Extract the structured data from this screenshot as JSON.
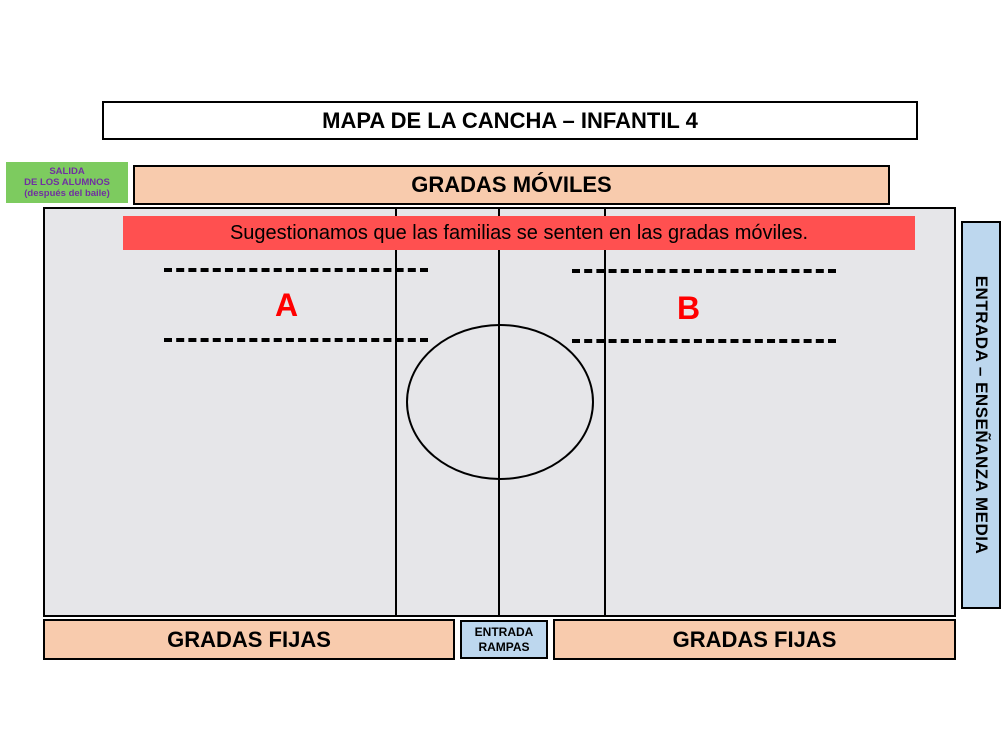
{
  "title": "MAPA DE LA CANCHA – INFANTIL 4",
  "exit": {
    "line1": "SALIDA",
    "line2": "DE LOS ALUMNOS",
    "line3": "(después del baile)"
  },
  "stands_mobile": "GRADAS MÓVILES",
  "suggestion": "Sugestionamos que las familias se senten en las gradas móviles.",
  "zones": {
    "a": "A",
    "b": "B"
  },
  "entrance_side": "ENTRADA – ENSEÑANZA MEDIA",
  "stands_fixed_left": "GRADAS FIJAS",
  "stands_fixed_right": "GRADAS FIJAS",
  "ramps": {
    "line1": "ENTRADA",
    "line2": "RAMPAS"
  },
  "colors": {
    "stands": "#f8cbad",
    "court": "#e6e6e9",
    "suggestion": "#ff5050",
    "entrance": "#bdd7ee",
    "exit_bg": "#7dcb5f",
    "exit_text": "#7030a0",
    "zone_label": "#ff0000"
  }
}
